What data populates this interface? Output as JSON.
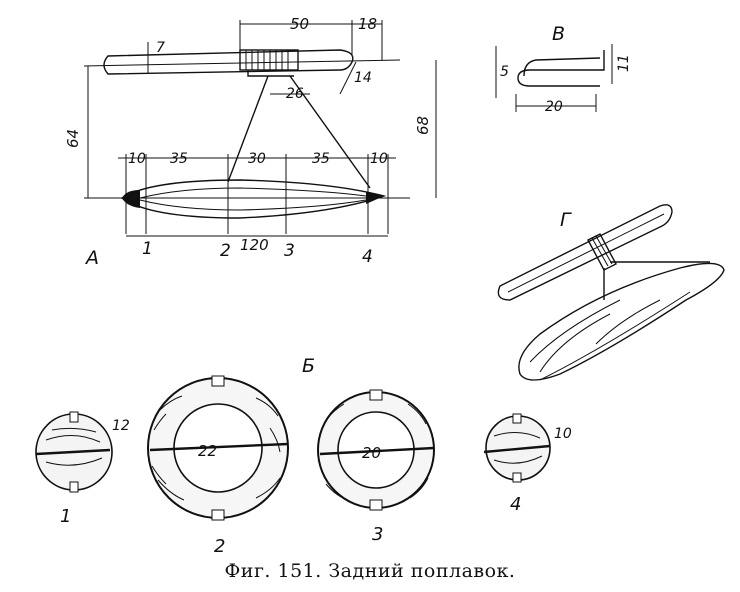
{
  "caption": "Фиг. 151. Задний поплавок.",
  "view_labels": {
    "A": "А",
    "B": "Б",
    "V": "В",
    "G": "Г"
  },
  "dimensions": {
    "d50": "50",
    "d18": "18",
    "d7": "7",
    "d14": "14",
    "d26": "26",
    "d64": "64",
    "d68": "68",
    "d10a": "10",
    "d35a": "35",
    "d30": "30",
    "d35b": "35",
    "d10b": "10",
    "d120": "120",
    "v5": "5",
    "v11": "11",
    "v20": "20",
    "s12": "12",
    "s22": "22",
    "s20": "20",
    "s10": "10"
  },
  "station_marks": {
    "s1": "1",
    "s2": "2",
    "s3": "3",
    "s4": "4"
  },
  "section_numbers": {
    "n1": "1",
    "n2": "2",
    "n3": "3",
    "n4": "4"
  }
}
